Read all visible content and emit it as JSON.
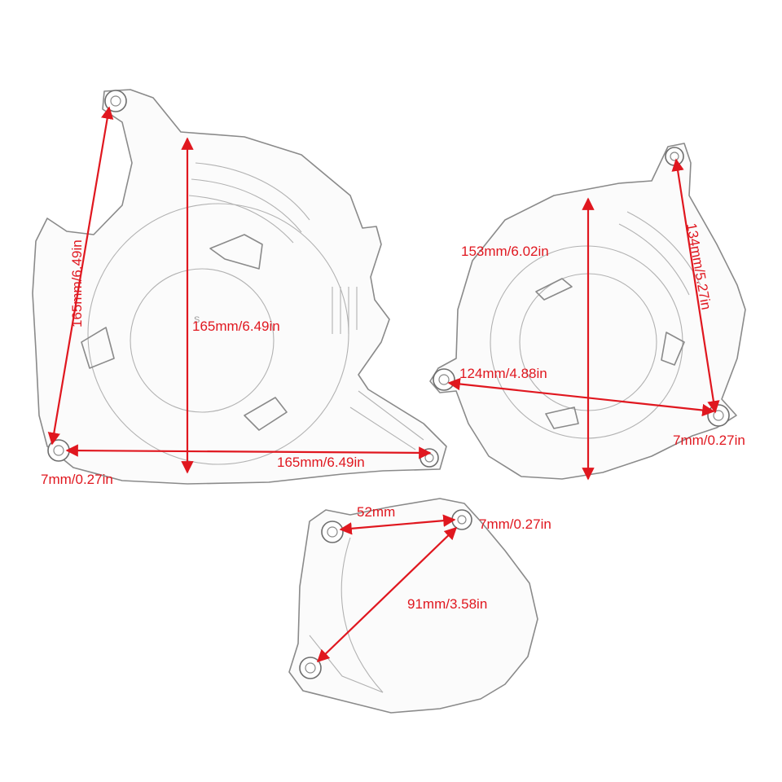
{
  "colors": {
    "dimension": "#e0171f",
    "outline": "#8a8a8a"
  },
  "parts": {
    "left_cover": {
      "vertical_height": "165mm/6.49in",
      "diagonal_height": "165mm/6.49in",
      "bottom_width": "165mm/6.49in",
      "hole": "7mm/0.27in",
      "stamp": "S"
    },
    "right_cover": {
      "height": "153mm/6.02in",
      "diagonal": "134mm/5.27in",
      "width": "124mm/4.88in",
      "hole": "7mm/0.27in"
    },
    "small_cover": {
      "top_spacing": "52mm",
      "hole": "7mm/0.27in",
      "diagonal": "91mm/3.58in"
    }
  }
}
